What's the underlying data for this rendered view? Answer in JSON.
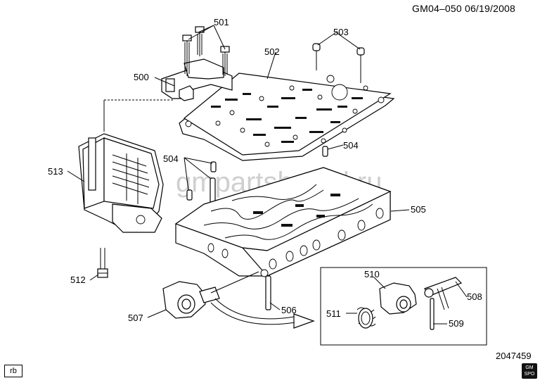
{
  "header": {
    "text": "GM04–050  06/19/2008"
  },
  "watermark": "gmpartshared.ru",
  "illustration_number": "2047459",
  "corner_tag": "rb",
  "logo_text": "GM SPO",
  "callouts": {
    "c500": "500",
    "c501": "501",
    "c502": "502",
    "c503": "503",
    "c504a": "504",
    "c504b": "504",
    "c505": "505",
    "c506": "506",
    "c507": "507",
    "c508": "508",
    "c509": "509",
    "c510": "510",
    "c511": "511",
    "c512": "512",
    "c513": "513"
  }
}
